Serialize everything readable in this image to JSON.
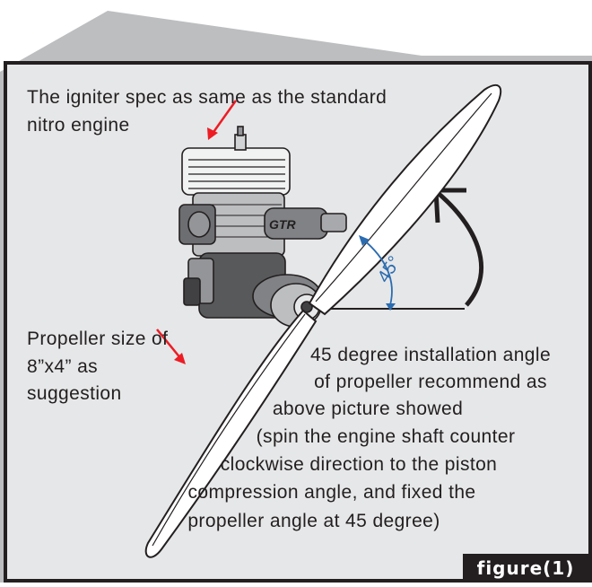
{
  "annotations": {
    "igniter_line1": "The igniter spec as same as the standard",
    "igniter_line2": "nitro engine",
    "propeller_line1": "Propeller size of",
    "propeller_line2": "8”x4” as",
    "propeller_line3": "suggestion",
    "install_line1": "45 degree installation angle",
    "install_line2": "of propeller recommend as",
    "install_line3": "above picture showed",
    "note_line1": "(spin the engine shaft counter",
    "note_line2": "clockwise direction to the piston",
    "note_line3": "compression angle, and fixed the",
    "note_line4": "propeller angle at 45 degree)"
  },
  "angle_label": "45°",
  "figure_label": "figure(1)",
  "colors": {
    "panel": "#e6e7e8",
    "shadow": "#bcbec0",
    "border": "#231f20",
    "arrow": "#ed1c24",
    "angle_arrow": "#2b6cb0",
    "text": "#231f20"
  }
}
